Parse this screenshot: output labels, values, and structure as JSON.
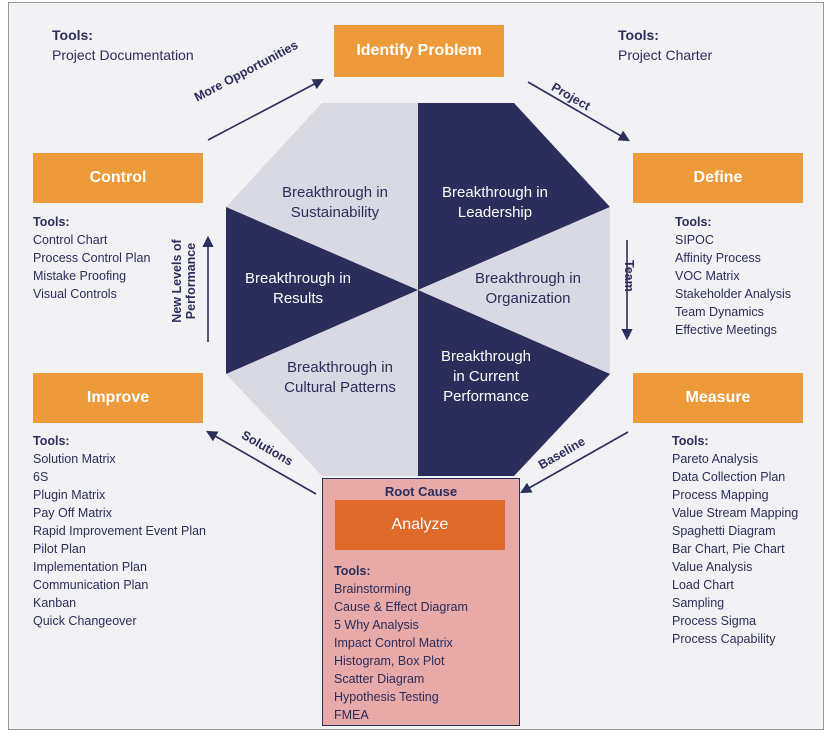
{
  "colors": {
    "box_orange": "#ec9a3a",
    "analyze_orange": "#e06a2a",
    "navy": "#2b2d5a",
    "light_segment": "#d9d9e4",
    "root_pink": "#e8a9a9"
  },
  "hexagon": {
    "segments": [
      {
        "lines": [
          "Breakthrough in",
          "Sustainability"
        ]
      },
      {
        "lines": [
          "Breakthrough in",
          "Leadership"
        ]
      },
      {
        "lines": [
          "Breakthrough in",
          "Organization"
        ]
      },
      {
        "lines": [
          "Breakthrough",
          "in Current",
          "Performance"
        ]
      },
      {
        "lines": [
          "Breakthrough in",
          "Cultural Patterns"
        ]
      },
      {
        "lines": [
          "Breakthrough in",
          "Results"
        ]
      }
    ]
  },
  "phases": {
    "identify": "Identify Problem",
    "define": "Define",
    "measure": "Measure",
    "analyze": "Analyze",
    "improve": "Improve",
    "control": "Control",
    "root_cause": "Root Cause"
  },
  "arrows": {
    "more_opportunities": "More Opportunities",
    "project": "Project",
    "team": "Team",
    "baseline": "Baseline",
    "solutions": "Solutions",
    "new_levels_1": "New Levels of",
    "new_levels_2": "Performance"
  },
  "tools": {
    "heading": "Tools:",
    "identify": [
      "Project Documentation"
    ],
    "charter": [
      "Project Charter"
    ],
    "control": [
      "Control Chart",
      "Process Control Plan",
      "Mistake Proofing",
      "Visual Controls"
    ],
    "define": [
      "SIPOC",
      "Affinity Process",
      "VOC Matrix",
      "Stakeholder Analysis",
      "Team Dynamics",
      "Effective Meetings"
    ],
    "improve": [
      "Solution Matrix",
      "6S",
      "Plugin Matrix",
      "Pay Off Matrix",
      "Rapid Improvement Event Plan",
      "Pilot Plan",
      "Implementation Plan",
      "Communication Plan",
      "Kanban",
      "Quick Changeover"
    ],
    "measure": [
      "Pareto Analysis",
      "Data Collection Plan",
      "Process Mapping",
      "Value Stream Mapping",
      "Spaghetti Diagram",
      "Bar Chart, Pie Chart",
      "Value Analysis",
      "Load Chart",
      "Sampling",
      "Process Sigma",
      "Process Capability"
    ],
    "analyze": [
      "Brainstorming",
      "Cause & Effect Diagram",
      "5 Why Analysis",
      "Impact Control Matrix",
      "Histogram, Box Plot",
      "Scatter Diagram",
      "Hypothesis Testing",
      "FMEA"
    ]
  }
}
